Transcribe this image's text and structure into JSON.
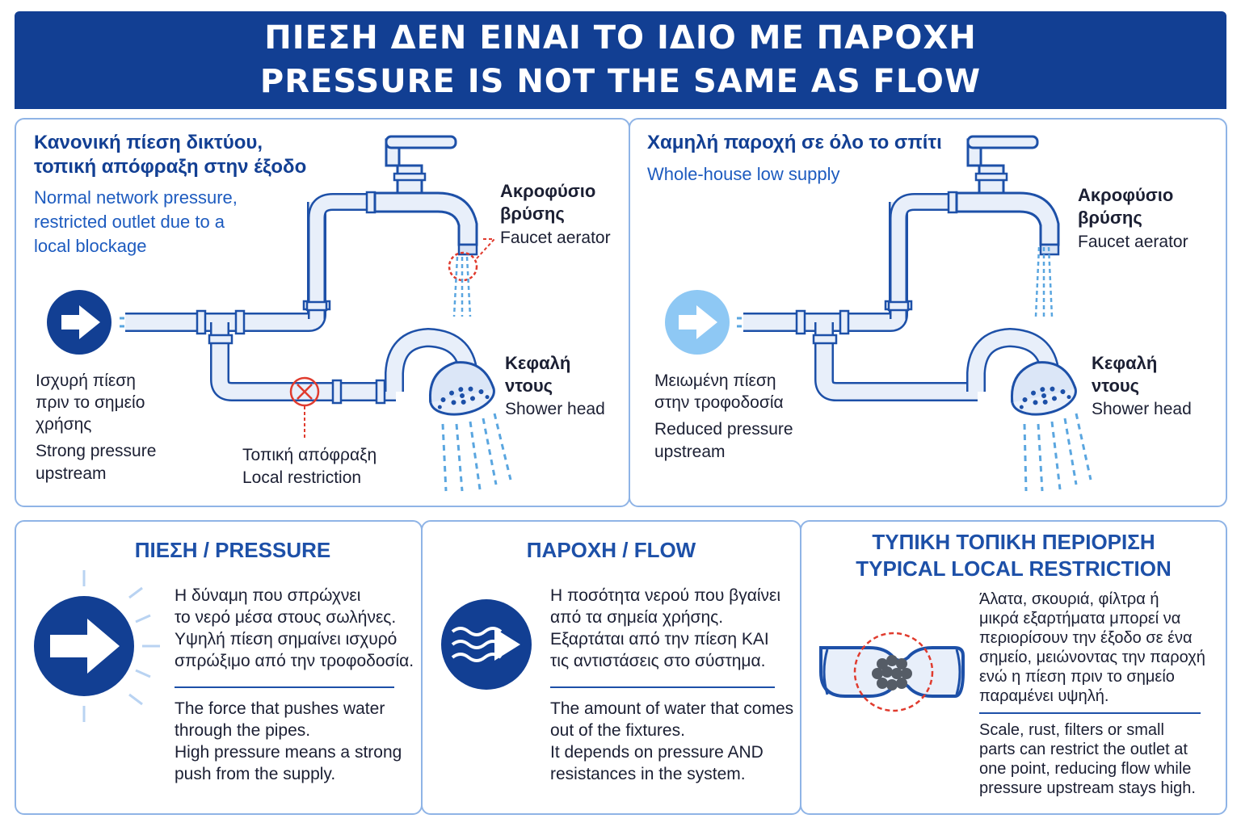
{
  "title": {
    "greek": "ΠΙΕΣΗ ΔΕΝ ΕΙΝΑΙ ΤΟ ΙΔΙΟ ΜΕ ΠΑΡΟΧΗ",
    "english": "PRESSURE IS NOT THE SAME AS FLOW"
  },
  "left_panel": {
    "heading_el_1": "Κανονική πίεση δικτύου,",
    "heading_el_2": "τοπική απόφραξη στην έξοδο",
    "heading_en_1": "Normal network pressure,",
    "heading_en_2": "restricted outlet due to a",
    "heading_en_3": "local blockage",
    "aerator_el_1": "Ακροφύσιο",
    "aerator_el_2": "βρύσης",
    "aerator_en": "Faucet aerator",
    "shower_el_1": "Κεφαλή",
    "shower_el_2": "ντους",
    "shower_en": "Shower head",
    "pressure_el_1": "Ισχυρή πίεση",
    "pressure_el_2": "πριν το σημείο",
    "pressure_el_3": "χρήσης",
    "pressure_en_1": "Strong pressure",
    "pressure_en_2": "upstream",
    "restriction_el": "Τοπική απόφραξη",
    "restriction_en": "Local restriction"
  },
  "right_panel": {
    "heading_el": "Χαμηλή παροχή σε όλο το σπίτι",
    "heading_en": "Whole-house low supply",
    "aerator_el_1": "Ακροφύσιο",
    "aerator_el_2": "βρύσης",
    "aerator_en": "Faucet aerator",
    "shower_el_1": "Κεφαλή",
    "shower_el_2": "ντους",
    "shower_en": "Shower head",
    "pressure_el_1": "Μειωμένη πίεση",
    "pressure_el_2": "στην τροφοδοσία",
    "pressure_en_1": "Reduced pressure",
    "pressure_en_2": "upstream"
  },
  "pressure_box": {
    "title": "ΠΙΕΣΗ / PRESSURE",
    "el": [
      "Η δύναμη που σπρώχνει",
      "το νερό μέσα στους σωλήνες.",
      "Υψηλή πίεση σημαίνει ισχυρό",
      "σπρώξιμο από την τροφοδοσία."
    ],
    "en": [
      "The force that pushes water",
      "through the pipes.",
      "High pressure means a strong",
      "push from the supply."
    ]
  },
  "flow_box": {
    "title": "ΠΑΡΟΧΗ / FLOW",
    "el": [
      "Η ποσότητα νερού που βγαίνει",
      "από τα σημεία χρήσης.",
      "Εξαρτάται από την πίεση ΚΑΙ",
      "τις αντιστάσεις στο σύστημα."
    ],
    "en": [
      "The amount of water that comes",
      "out of the fixtures.",
      "It depends on pressure AND",
      "resistances in the system."
    ]
  },
  "restriction_box": {
    "title_el": "ΤΥΠΙΚΗ ΤΟΠΙΚΗ ΠΕΡΙΟΡΙΣΗ",
    "title_en": "TYPICAL LOCAL RESTRICTION",
    "el": [
      "Άλατα, σκουριά, φίλτρα ή",
      "μικρά εξαρτήματα μπορεί να",
      "περιορίσουν την έξοδο σε ένα",
      "σημείο, μειώνοντας την παροχή",
      "ενώ η πίεση πριν το σημείο",
      "παραμένει υψηλή."
    ],
    "en": [
      "Scale, rust, filters or small",
      "parts can restrict the outlet at",
      "one point, reducing flow while",
      "pressure upstream stays high."
    ]
  },
  "colors": {
    "banner": "#123f93",
    "pipe_outline": "#1d50a8",
    "pipe_fill": "#e8effa",
    "strong_pressure": "#123f93",
    "reduced_pressure": "#8ec8f4",
    "restriction": "#e03b2e",
    "water": "#5aa6e0"
  },
  "icons": [
    "right-arrow-icon",
    "flow-waves-icon",
    "clogged-pipe-icon",
    "faucet-icon",
    "shower-head-icon",
    "blocked-x-icon"
  ]
}
